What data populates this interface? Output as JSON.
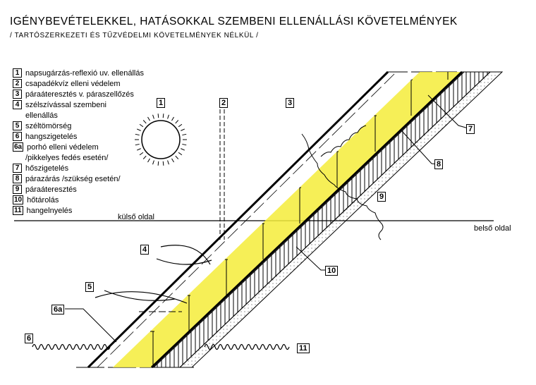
{
  "title": "IGÉNYBEVÉTELEKKEL, HATÁSOKKAL SZEMBENI ELLENÁLLÁSI KÖVETELMÉNYEK",
  "subtitle": "/ TARTÓSZERKEZETI ÉS TŰZVÉDELMI KÖVETELMÉNYEK NÉLKÜL /",
  "legend": [
    {
      "num": "1",
      "text": "napsugárzás-reflexió uv. ellenállás"
    },
    {
      "num": "2",
      "text": "csapadékvíz elleni védelem"
    },
    {
      "num": "3",
      "text": "páraáteresztés v. páraszellőzés"
    },
    {
      "num": "4",
      "text": "szélszívással szembeni",
      "text2": "ellenállás"
    },
    {
      "num": "5",
      "text": "széltömörség"
    },
    {
      "num": "6",
      "text": "hangszigetelés"
    },
    {
      "num": "6a",
      "text": "porhó elleni védelem",
      "text2": "/pikkelyes fedés esetén/"
    },
    {
      "num": "7",
      "text": "hőszigetelés"
    },
    {
      "num": "8",
      "text": "párazárás /szükség esetén/"
    },
    {
      "num": "9",
      "text": "páraáteresztés"
    },
    {
      "num": "10",
      "text": "hőtárolás"
    },
    {
      "num": "11",
      "text": "hangelnyelés"
    }
  ],
  "sides": {
    "outer": "külső oldal",
    "inner": "belső oldal"
  },
  "markers": {
    "m1": "1",
    "m2": "2",
    "m3": "3",
    "m4": "4",
    "m5": "5",
    "m6": "6",
    "m6a": "6a",
    "m7": "7",
    "m8": "8",
    "m9": "9",
    "m10": "10",
    "m11": "11"
  },
  "colors": {
    "insulation": "#f5ec3a",
    "line": "#000000"
  }
}
